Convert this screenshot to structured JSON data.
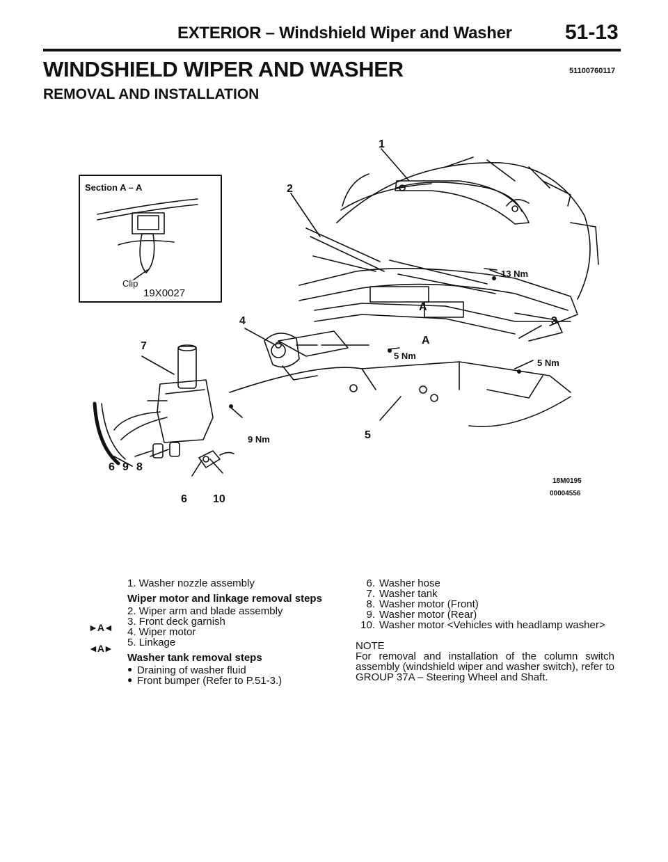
{
  "header": {
    "title": "EXTERIOR – Windshield Wiper and Washer",
    "page_number": "51-13"
  },
  "section": {
    "title": "WINDSHIELD WIPER AND WASHER",
    "code": "51100760117",
    "subtitle": "REMOVAL AND INSTALLATION"
  },
  "figure": {
    "inset_title": "Section A – A",
    "inset_clip_label": "Clip",
    "inset_code": "19X0027",
    "callouts": [
      "1",
      "2",
      "3",
      "4",
      "5",
      "6",
      "7",
      "8",
      "9",
      "10",
      "A",
      "A"
    ],
    "torques": [
      "13 Nm",
      "5 Nm",
      "5 Nm",
      "9 Nm"
    ],
    "code_top": "18M0195",
    "code_bottom": "00004556"
  },
  "parts_left": {
    "item1": "1. Washer nozzle assembly",
    "heading_wiper": "Wiper motor and linkage removal steps",
    "item2": "2. Wiper arm and blade assembly",
    "item3": "3. Front deck garnish",
    "item4": "4. Wiper motor",
    "item5": "5. Linkage",
    "heading_tank": "Washer tank removal steps",
    "bullet1": "Draining of washer fluid",
    "bullet2": "Front bumper (Refer to P.51-3.)",
    "marker_install": "►A◄",
    "marker_remove": "◄A►"
  },
  "parts_right": {
    "items": [
      {
        "num": "6.",
        "text": "Washer hose"
      },
      {
        "num": "7.",
        "text": "Washer tank"
      },
      {
        "num": "8.",
        "text": "Washer motor (Front)"
      },
      {
        "num": "9.",
        "text": "Washer motor (Rear)"
      },
      {
        "num": "10.",
        "text": "Washer motor <Vehicles with headlamp washer>"
      }
    ],
    "note_label": "NOTE",
    "note_text": "For removal and installation of the column switch assembly (windshield wiper and washer switch), refer to GROUP 37A – Steering Wheel and Shaft."
  }
}
